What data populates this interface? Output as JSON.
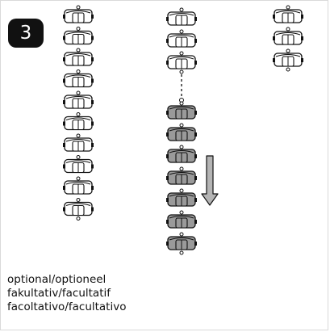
{
  "step": {
    "number": "3"
  },
  "caption": {
    "lines": [
      "optional/optioneel",
      "fakultativ/facultatif",
      "facoltativo/facultativo"
    ]
  },
  "illustration": {
    "stacks": [
      {
        "name": "left",
        "segments": 10,
        "shaded": false
      },
      {
        "name": "middle-upper",
        "segments": 3,
        "shaded": false
      },
      {
        "name": "middle-lower",
        "segments": 7,
        "shaded": true
      },
      {
        "name": "right",
        "segments": 3,
        "shaded": false
      }
    ],
    "arrow_direction": "down",
    "colors": {
      "line": "#111111",
      "fill_light": "#ffffff",
      "fill_shaded": "#9a9a9a",
      "arrow_fill": "#b4b4b4"
    }
  }
}
